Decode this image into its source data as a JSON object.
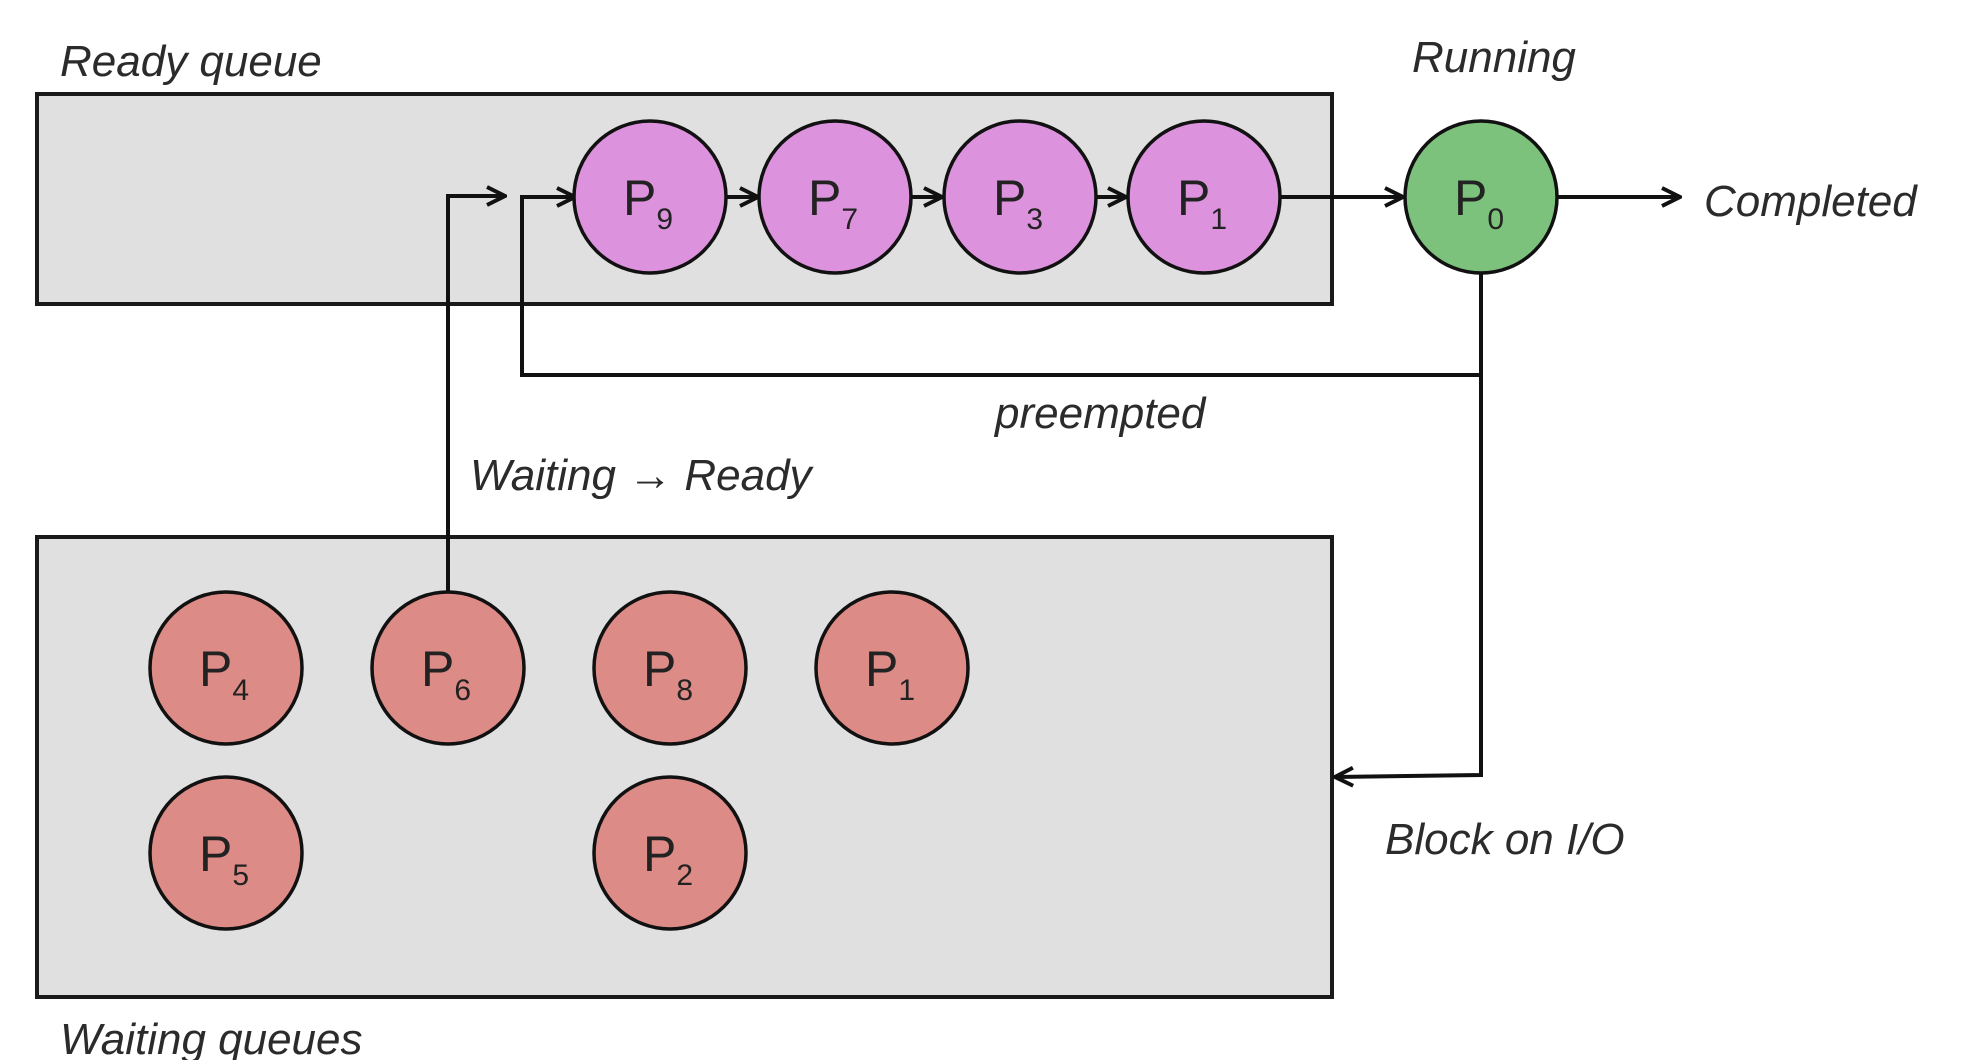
{
  "labels": {
    "ready_queue": "Ready queue",
    "running": "Running",
    "completed": "Completed",
    "preempted": "preempted",
    "waiting_to_ready": "Waiting → Ready",
    "block_on_io": "Block on I/O",
    "waiting_queues": "Waiting queues"
  },
  "colors": {
    "ready": "#dd92dd",
    "running": "#7cc17c",
    "waiting": "#dd8b86",
    "queue_fill": "#e0e0e0"
  },
  "ready_queue": [
    {
      "letter": "P",
      "sub": "9"
    },
    {
      "letter": "P",
      "sub": "7"
    },
    {
      "letter": "P",
      "sub": "3"
    },
    {
      "letter": "P",
      "sub": "1"
    }
  ],
  "running": {
    "letter": "P",
    "sub": "0"
  },
  "waiting_queues": [
    {
      "letter": "P",
      "sub": "4"
    },
    {
      "letter": "P",
      "sub": "6"
    },
    {
      "letter": "P",
      "sub": "8"
    },
    {
      "letter": "P",
      "sub": "1"
    },
    {
      "letter": "P",
      "sub": "5"
    },
    {
      "letter": "P",
      "sub": "2"
    }
  ]
}
